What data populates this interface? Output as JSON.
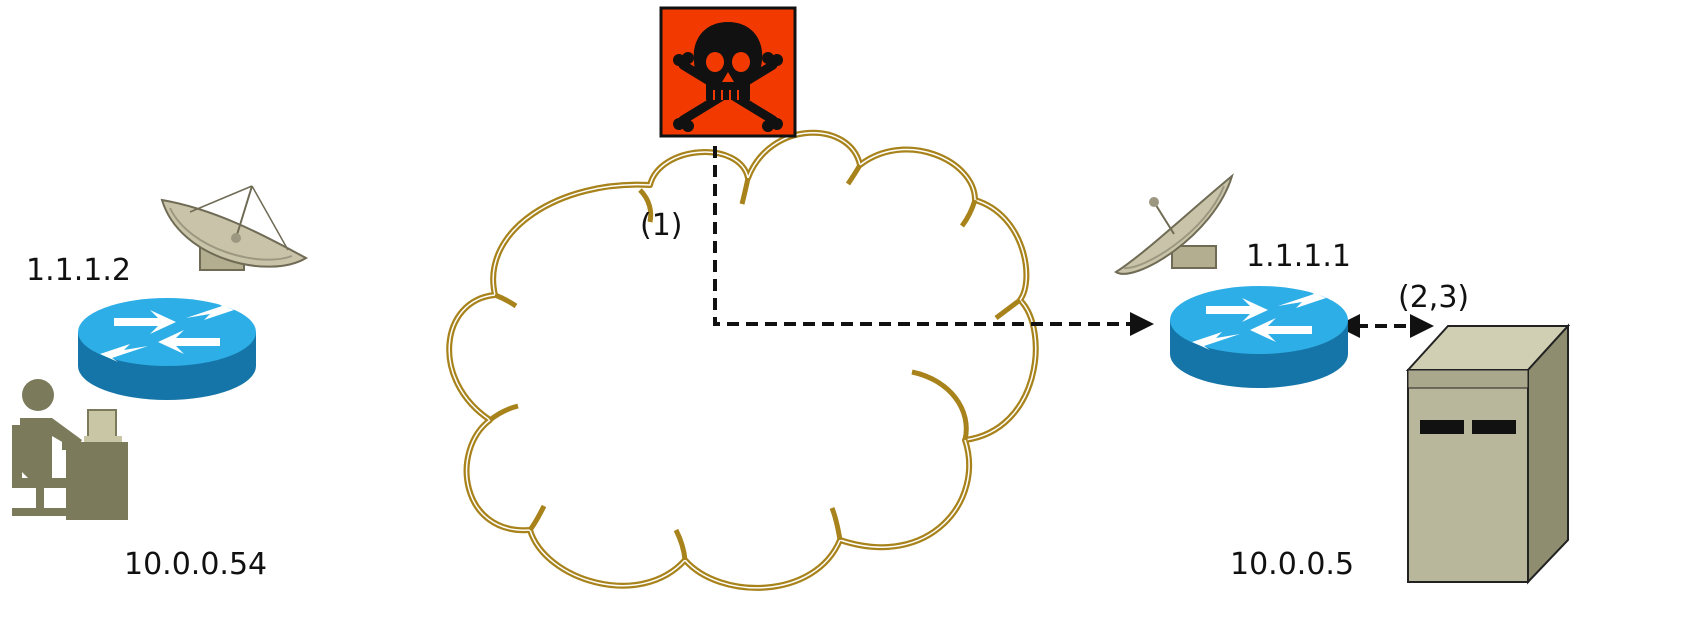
{
  "labels": {
    "left_router_ip": "1.1.1.2",
    "right_router_ip": "1.1.1.1",
    "left_host_ip": "10.0.0.54",
    "right_server_ip": "10.0.0.5",
    "step_1": "(1)",
    "step_2_3": "(2,3)"
  },
  "icons": {
    "attacker": "skull-crossbones-icon",
    "left_antenna": "satellite-dish-icon",
    "right_antenna": "satellite-dish-icon",
    "left_router": "router-icon",
    "right_router": "router-icon",
    "workstation": "user-at-workstation-icon",
    "server": "server-tower-icon",
    "internet": "cloud-icon"
  },
  "colors": {
    "attacker_bg": "#f23a00",
    "cloud_outline": "#a8831c",
    "router_top": "#2eaee6",
    "router_side": "#1575a8",
    "dish": "#c9c4a9",
    "workstation": "#7b7b5c",
    "server": "#b8b79b"
  }
}
